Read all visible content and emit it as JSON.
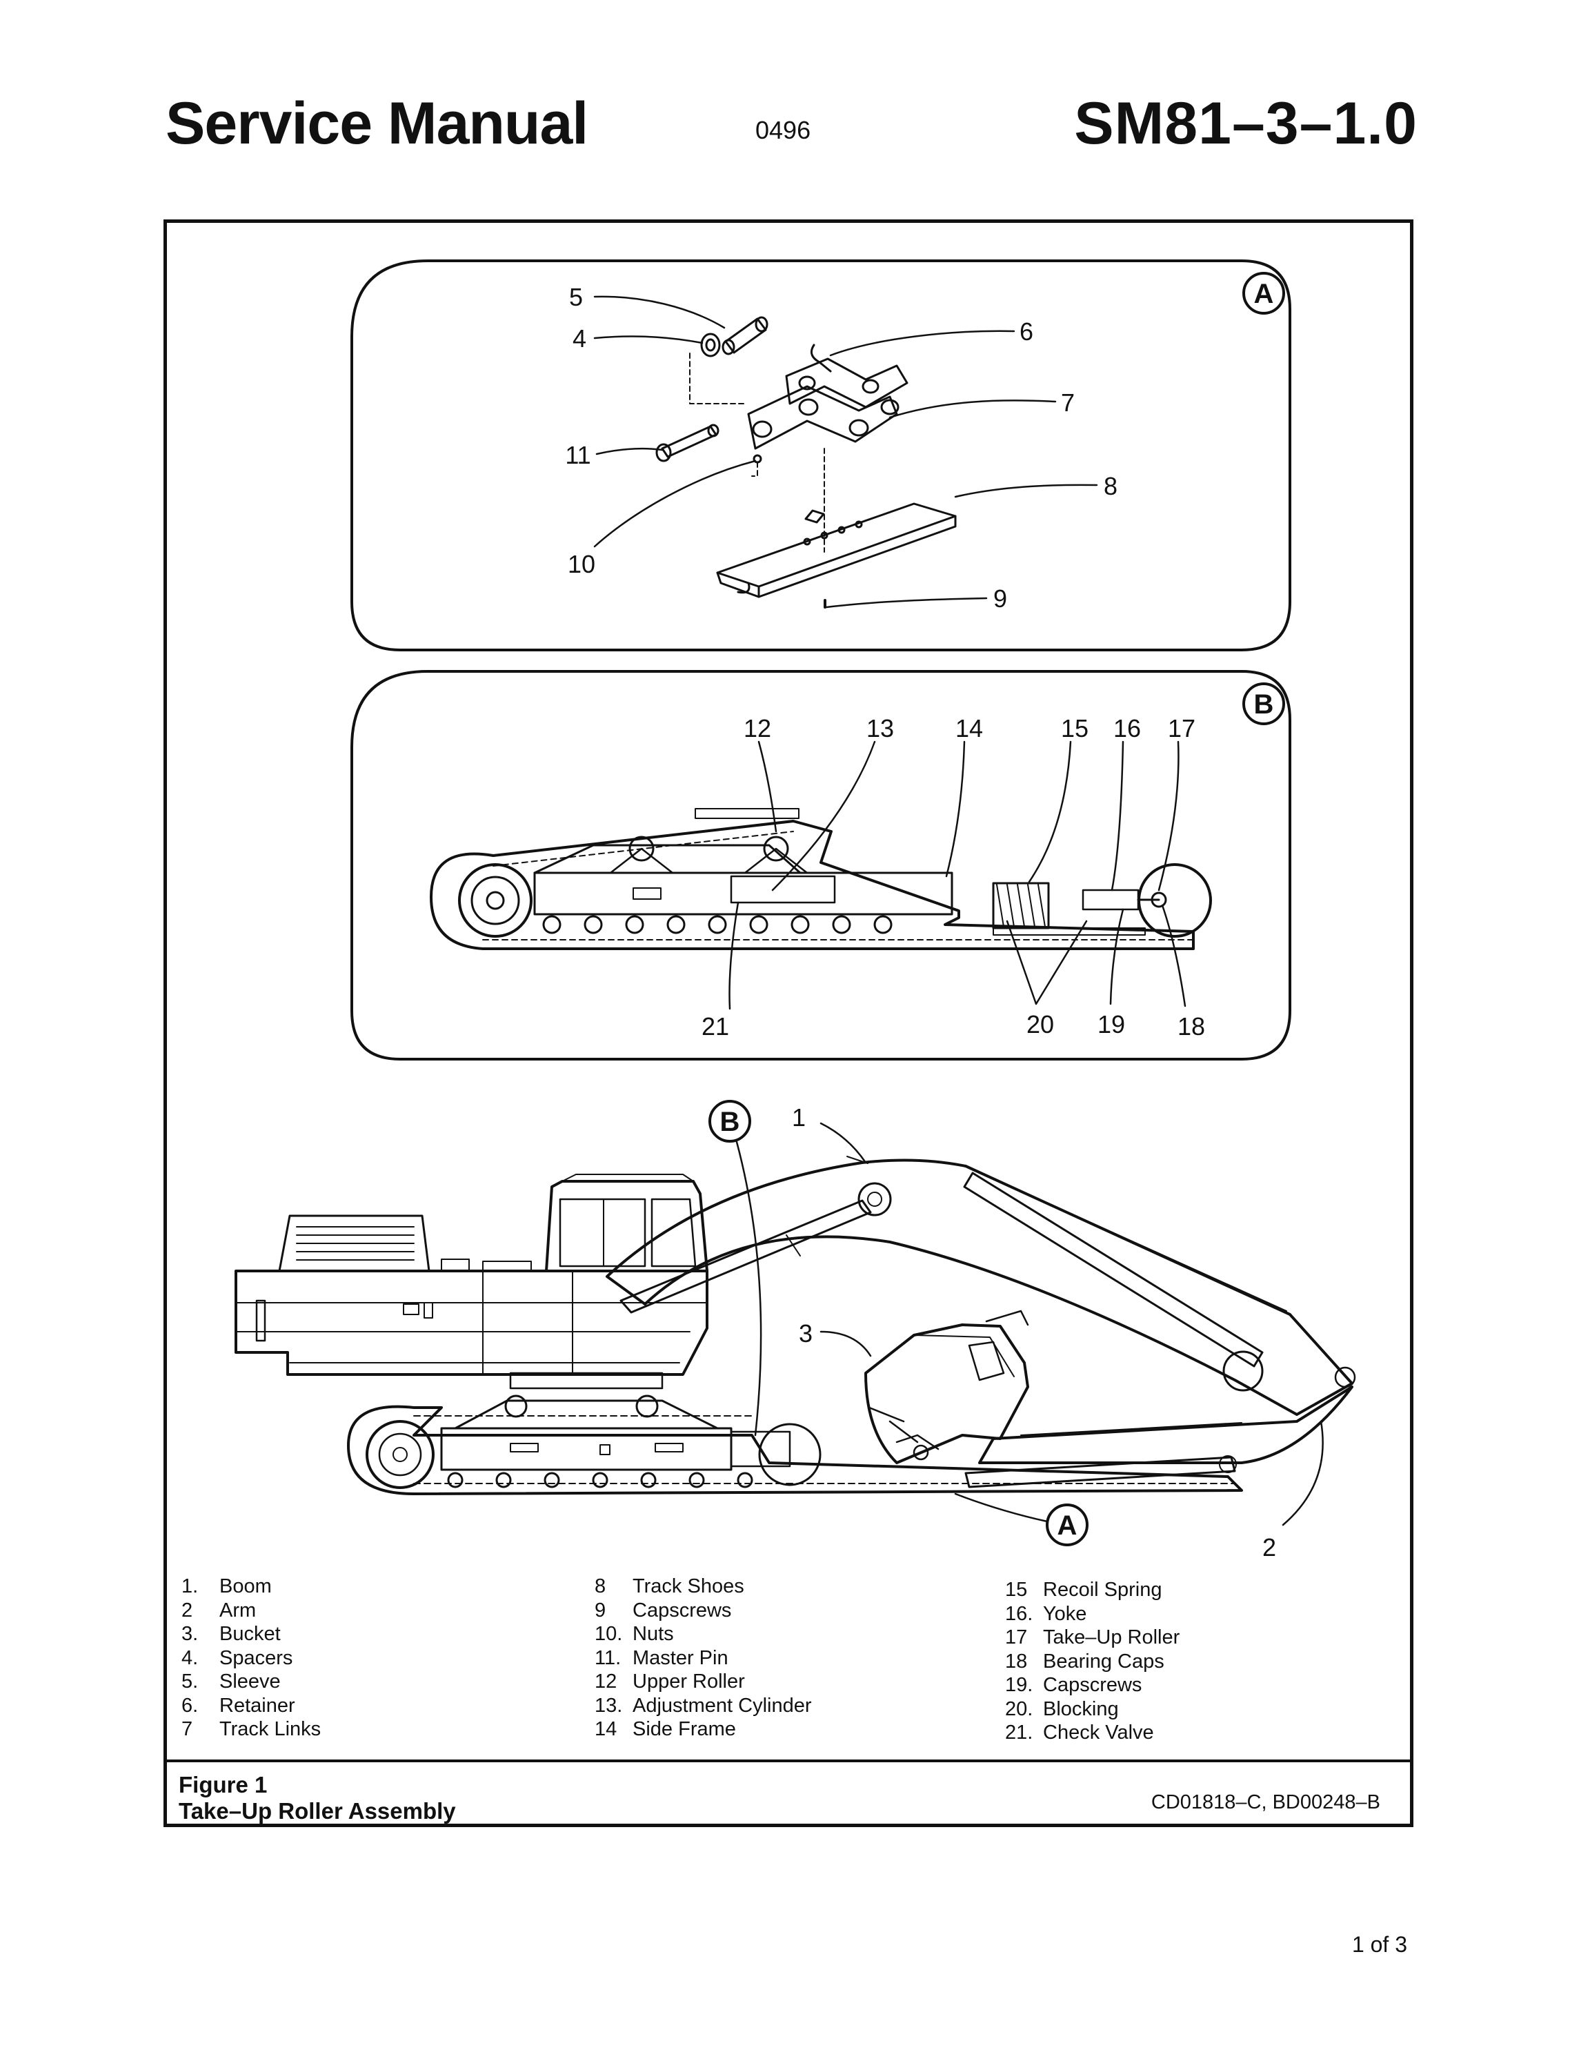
{
  "header": {
    "title": "Service Manual",
    "code": "0496",
    "doc_number": "SM81–3–1.0"
  },
  "panels": {
    "a_label": "A",
    "b_label": "B"
  },
  "callouts": {
    "c1": "1",
    "c2": "2",
    "c3": "3",
    "c4": "4",
    "c5": "5",
    "c6": "6",
    "c7": "7",
    "c8": "8",
    "c9": "9",
    "c10": "10",
    "c11": "11",
    "c12": "12",
    "c13": "13",
    "c14": "14",
    "c15": "15",
    "c16": "16",
    "c17": "17",
    "c18": "18",
    "c19": "19",
    "c20": "20",
    "c21": "21"
  },
  "legend": {
    "col1": [
      {
        "num": "1.",
        "label": "Boom"
      },
      {
        "num": "2",
        "label": "Arm"
      },
      {
        "num": "3.",
        "label": "Bucket"
      },
      {
        "num": "4.",
        "label": "Spacers"
      },
      {
        "num": "5.",
        "label": "Sleeve"
      },
      {
        "num": "6.",
        "label": "Retainer"
      },
      {
        "num": "7",
        "label": "Track Links"
      }
    ],
    "col2": [
      {
        "num": "8",
        "label": "Track Shoes"
      },
      {
        "num": "9",
        "label": "Capscrews"
      },
      {
        "num": "10.",
        "label": "Nuts"
      },
      {
        "num": "11.",
        "label": "Master Pin"
      },
      {
        "num": "12",
        "label": "Upper Roller"
      },
      {
        "num": "13.",
        "label": "Adjustment Cylinder"
      },
      {
        "num": "14",
        "label": "Side Frame"
      }
    ],
    "col3": [
      {
        "num": "15",
        "label": "Recoil Spring"
      },
      {
        "num": "16.",
        "label": "Yoke"
      },
      {
        "num": "17",
        "label": "Take–Up Roller"
      },
      {
        "num": "18",
        "label": "Bearing Caps"
      },
      {
        "num": "19.",
        "label": "Capscrews"
      },
      {
        "num": "20.",
        "label": "Blocking"
      },
      {
        "num": "21.",
        "label": "Check Valve"
      }
    ]
  },
  "caption": {
    "figure": "Figure 1",
    "title": "Take–Up Roller Assembly",
    "ref": "CD01818–C, BD00248–B"
  },
  "footer": {
    "page": "1 of 3"
  }
}
